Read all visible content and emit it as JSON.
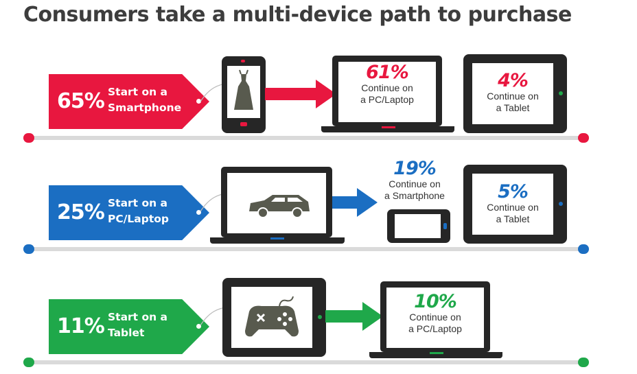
{
  "title": "Consumers take a multi-device path to purchase",
  "colors": {
    "red": "#e8173f",
    "blue": "#1b6ec2",
    "green": "#1fa84a",
    "dark": "#262626",
    "shelf": "#dadada"
  },
  "rows": [
    {
      "start": {
        "pct": "65%",
        "line1": "Start on a",
        "line2": "Smartphone"
      },
      "device_icon": "dress-icon",
      "continue": [
        {
          "pct": "61%",
          "line1": "Continue on",
          "line2": "a PC/Laptop"
        },
        {
          "pct": "4%",
          "line1": "Continue on",
          "line2": "a Tablet"
        }
      ]
    },
    {
      "start": {
        "pct": "25%",
        "line1": "Start on a",
        "line2": "PC/Laptop"
      },
      "device_icon": "car-icon",
      "continue": [
        {
          "pct": "19%",
          "line1": "Continue on",
          "line2": "a Smartphone"
        },
        {
          "pct": "5%",
          "line1": "Continue on",
          "line2": "a Tablet"
        }
      ]
    },
    {
      "start": {
        "pct": "11%",
        "line1": "Start on a",
        "line2": "Tablet"
      },
      "device_icon": "gamepad-icon",
      "continue": [
        {
          "pct": "10%",
          "line1": "Continue on",
          "line2": "a PC/Laptop"
        }
      ]
    }
  ]
}
